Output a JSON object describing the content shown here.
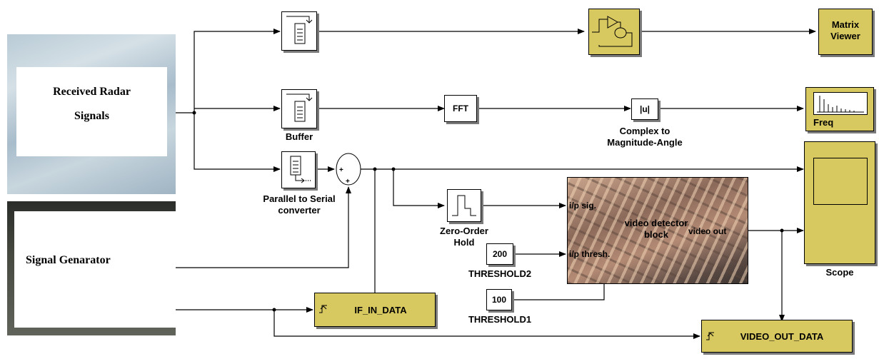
{
  "diagram": {
    "blocks": {
      "received_radar": {
        "text_line1": "Received Radar",
        "text_line2": "Signals"
      },
      "signal_generator": {
        "text": "Signal Genarator"
      },
      "buffer": {
        "label": "Buffer"
      },
      "parallel_serial": {
        "label_line1": "Parallel to Serial",
        "label_line2": "converter"
      },
      "fft": {
        "text": "FFT"
      },
      "complex_mag": {
        "text": "|u|",
        "label_line1": "Complex to",
        "label_line2": "Magnitude-Angle"
      },
      "matrix_viewer": {
        "text_line1": "Matrix",
        "text_line2": "Viewer"
      },
      "freq": {
        "label": "Freq"
      },
      "scope": {
        "label": "Scope"
      },
      "zero_order_hold": {
        "label_line1": "Zero-Order",
        "label_line2": "Hold"
      },
      "threshold2": {
        "value": "200",
        "label": "THRESHOLD2"
      },
      "threshold1": {
        "value": "100",
        "label": "THRESHOLD1"
      },
      "video_detector": {
        "port_in1": "i/p sig.",
        "port_in2": "i/p thresh.",
        "port_out": "video out",
        "title_line1": "video detector",
        "title_line2": "block"
      },
      "if_in_data": {
        "text": "IF_IN_DATA"
      },
      "video_out_data": {
        "text": "VIDEO_OUT_DATA"
      }
    },
    "colors": {
      "block_yellow": "#d8c860",
      "line": "#000000",
      "shadow": "#7a7a7a"
    }
  }
}
